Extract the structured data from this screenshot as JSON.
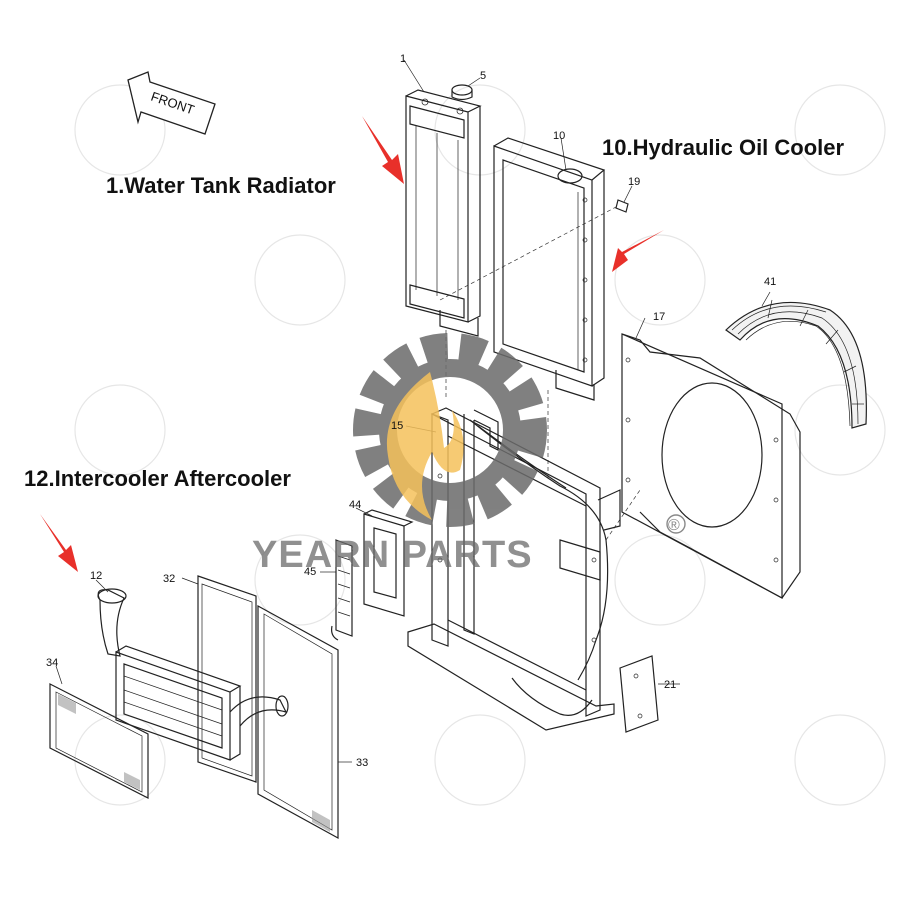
{
  "labels": {
    "radiator": "1.Water Tank Radiator",
    "hydraulic": "10.Hydraulic Oil Cooler",
    "intercooler": "12.Intercooler Aftercooler"
  },
  "direction": "FRONT",
  "watermark": {
    "brand": "YEARN PARTS",
    "registered": "®",
    "gear_color": "#6b6b6b",
    "flame_color": "#f5c15a"
  },
  "callouts": {
    "n1": "1",
    "n5": "5",
    "n10": "10",
    "n19": "19",
    "n41": "41",
    "n17": "17",
    "n15": "15",
    "n44": "44",
    "n45": "45",
    "n12": "12",
    "n32": "32",
    "n34": "34",
    "n21": "21",
    "n33": "33"
  },
  "arrow_color": "#e8302a",
  "line_color": "#222222"
}
